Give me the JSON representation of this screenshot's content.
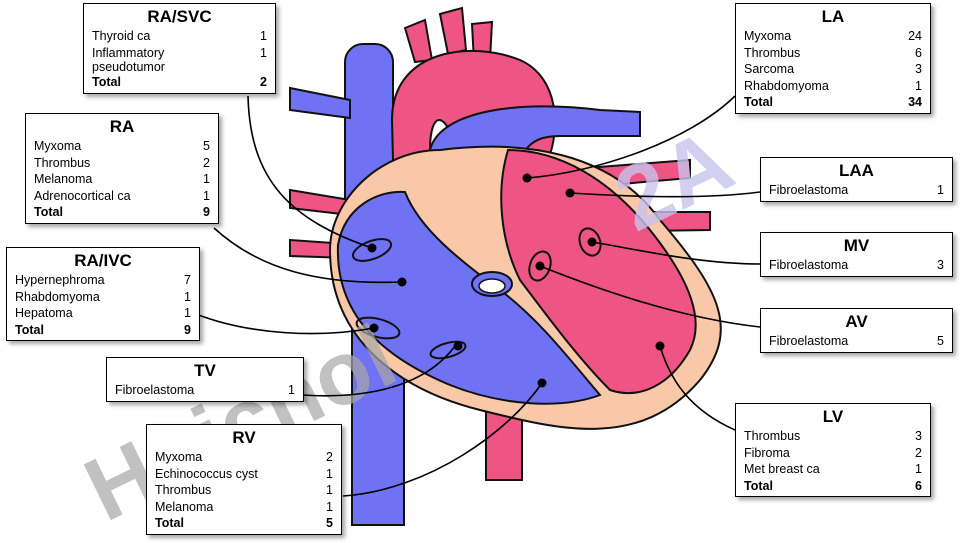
{
  "watermark": {
    "text_gray": "Huichol",
    "text_blue": "2A"
  },
  "colors": {
    "blue": "#6f72f2",
    "red": "#ee5585",
    "tan": "#f8c8a8",
    "outline": "#111111"
  },
  "boxes": {
    "ra_svc": {
      "title": "RA/SVC",
      "rows": [
        {
          "label": "Thyroid ca",
          "value": "1"
        },
        {
          "label": "Inflammatory",
          "value": "1"
        },
        {
          "label": "pseudotumor",
          "value": ""
        }
      ],
      "total": {
        "label": "Total",
        "value": "2"
      }
    },
    "ra": {
      "title": "RA",
      "rows": [
        {
          "label": "Myxoma",
          "value": "5"
        },
        {
          "label": "Thrombus",
          "value": "2"
        },
        {
          "label": "Melanoma",
          "value": "1"
        },
        {
          "label": "Adrenocortical ca",
          "value": "1"
        }
      ],
      "total": {
        "label": "Total",
        "value": "9"
      }
    },
    "ra_ivc": {
      "title": "RA/IVC",
      "rows": [
        {
          "label": "Hypernephroma",
          "value": "7"
        },
        {
          "label": "Rhabdomyoma",
          "value": "1"
        },
        {
          "label": "Hepatoma",
          "value": "1"
        }
      ],
      "total": {
        "label": "Total",
        "value": "9"
      }
    },
    "tv": {
      "title": "TV",
      "rows": [
        {
          "label": "Fibroelastoma",
          "value": "1"
        }
      ]
    },
    "rv": {
      "title": "RV",
      "rows": [
        {
          "label": "Myxoma",
          "value": "2"
        },
        {
          "label": "Echinococcus cyst",
          "value": "1"
        },
        {
          "label": "Thrombus",
          "value": "1"
        },
        {
          "label": "Melanoma",
          "value": "1"
        }
      ],
      "total": {
        "label": "Total",
        "value": "5"
      }
    },
    "la": {
      "title": "LA",
      "rows": [
        {
          "label": "Myxoma",
          "value": "24"
        },
        {
          "label": "Thrombus",
          "value": "6"
        },
        {
          "label": "Sarcoma",
          "value": "3"
        },
        {
          "label": "Rhabdomyoma",
          "value": "1"
        }
      ],
      "total": {
        "label": "Total",
        "value": "34"
      }
    },
    "laa": {
      "title": "LAA",
      "rows": [
        {
          "label": "Fibroelastoma",
          "value": "1"
        }
      ]
    },
    "mv": {
      "title": "MV",
      "rows": [
        {
          "label": "Fibroelastoma",
          "value": "3"
        }
      ]
    },
    "av": {
      "title": "AV",
      "rows": [
        {
          "label": "Fibroelastoma",
          "value": "5"
        }
      ]
    },
    "lv": {
      "title": "LV",
      "rows": [
        {
          "label": "Thrombus",
          "value": "3"
        },
        {
          "label": "Fibroma",
          "value": "2"
        },
        {
          "label": "Met breast ca",
          "value": "1"
        }
      ],
      "total": {
        "label": "Total",
        "value": "6"
      }
    }
  }
}
